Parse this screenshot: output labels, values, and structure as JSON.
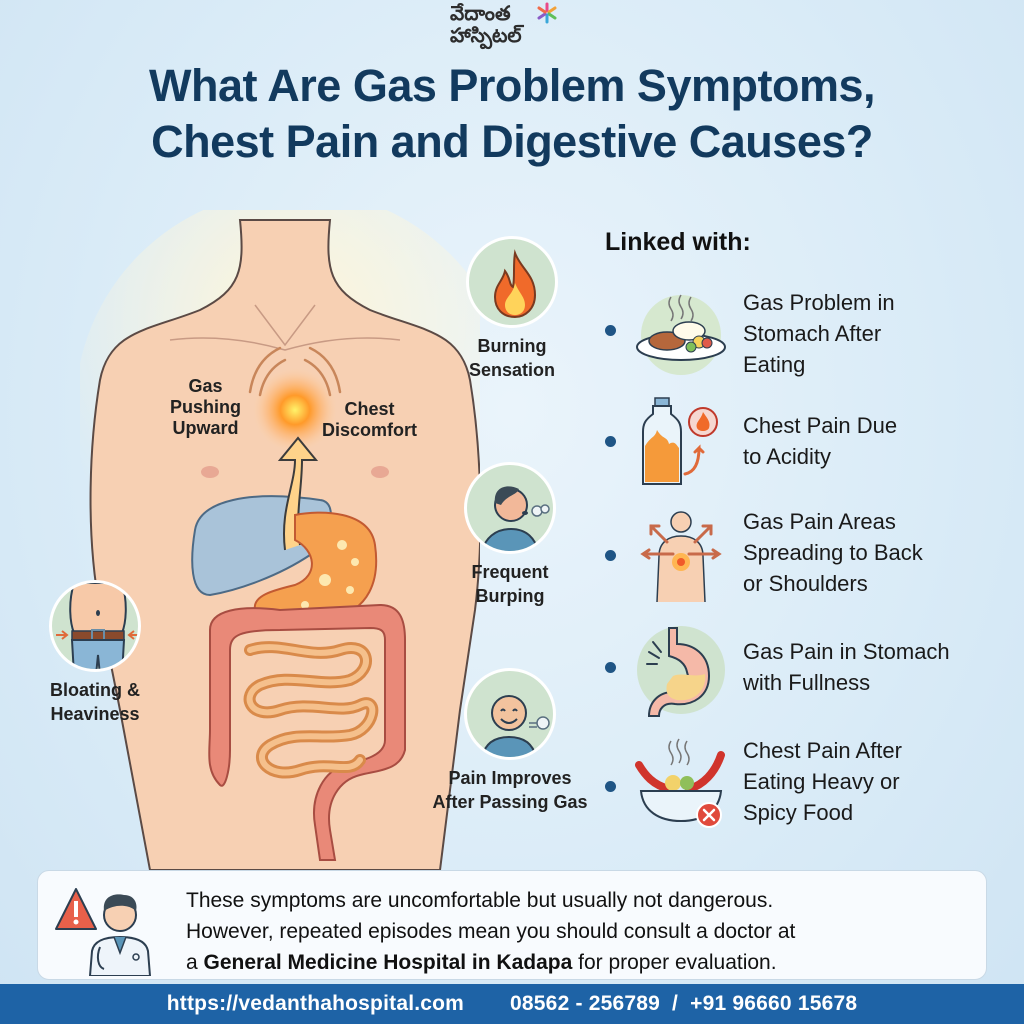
{
  "brand": {
    "logo_line1": "వేదాంత",
    "logo_line2": "హాస్పిటల్",
    "logo_icon": "asterisk-flower-icon"
  },
  "header": {
    "title_line1": "What Are Gas Problem Symptoms,",
    "title_line2": "Chest Pain and Digestive Causes?"
  },
  "illustration": {
    "chest_labels": {
      "left": [
        "Gas",
        "Pushing",
        "Upward"
      ],
      "right": [
        "Chest",
        "Discomfort"
      ]
    },
    "symptoms": [
      {
        "label_lines": [
          "Burning",
          "Sensation"
        ],
        "icon": "fire-icon"
      },
      {
        "label_lines": [
          "Frequent",
          "Burping"
        ],
        "icon": "burping-person-icon"
      },
      {
        "label_lines": [
          "Pain Improves",
          "After Passing Gas"
        ],
        "icon": "relieved-person-icon"
      },
      {
        "label_lines": [
          "Bloating &",
          "Heaviness"
        ],
        "icon": "bloated-belly-icon"
      }
    ]
  },
  "linked": {
    "title": "Linked with:",
    "items": [
      {
        "lines": [
          "Gas Problem in",
          "Stomach After",
          "Eating"
        ],
        "icon": "meal-plate-icon"
      },
      {
        "lines": [
          "Chest Pain Due",
          "to Acidity"
        ],
        "icon": "acid-bottle-icon"
      },
      {
        "lines": [
          "Gas Pain Areas",
          "Spreading to Back",
          "or Shoulders"
        ],
        "icon": "radiating-pain-body-icon"
      },
      {
        "lines": [
          "Gas Pain in Stomach",
          "with Fullness"
        ],
        "icon": "full-stomach-icon"
      },
      {
        "lines": [
          "Chest Pain After",
          "Eating Heavy or",
          "Spicy Food"
        ],
        "icon": "spicy-food-bowl-icon"
      }
    ]
  },
  "note": {
    "line1": "These symptoms are uncomfortable but usually not dangerous.",
    "line2": "However, repeated episodes mean you should consult a doctor at",
    "line3_prefix": "a ",
    "line3_bold": "General Medicine Hospital in Kadapa",
    "line3_suffix": " for proper evaluation.",
    "icon": "doctor-warning-icon"
  },
  "footer": {
    "website": "https://vedanthahospital.com",
    "phones": "08562 - 256789  /  +91 96660 15678"
  },
  "colors": {
    "title": "#123a5e",
    "bullet": "#1f5585",
    "footer_bg": "#1e63a6",
    "icon_circle": "#cfe3cf"
  }
}
